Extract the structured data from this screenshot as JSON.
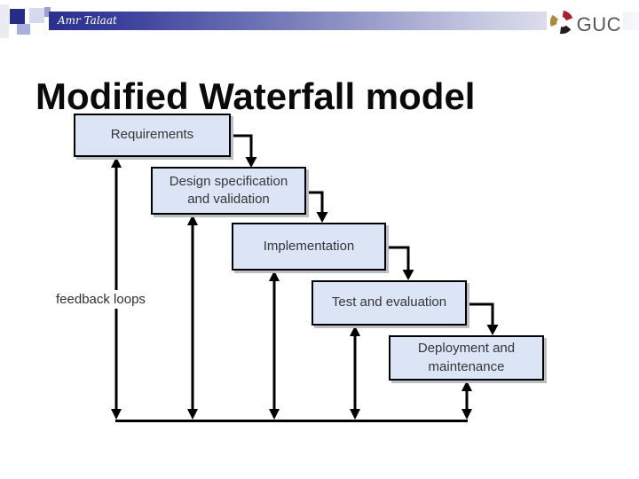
{
  "slide": {
    "author": "Amr Talaat",
    "title": "Modified Waterfall model"
  },
  "logo": {
    "text": "GUC"
  },
  "diagram": {
    "type": "flowchart-waterfall",
    "boxes": [
      {
        "id": "requirements",
        "label": "Requirements"
      },
      {
        "id": "design",
        "label": "Design specification and validation"
      },
      {
        "id": "implementation",
        "label": "Implementation"
      },
      {
        "id": "test",
        "label": "Test and evaluation"
      },
      {
        "id": "deployment",
        "label": "Deployment and maintenance"
      }
    ],
    "feedback_label": "feedback loops"
  },
  "colors": {
    "box_fill": "#dbe5f6",
    "box_border": "#000000",
    "box_shadow": "#bdbdc4",
    "arrow": "#000000",
    "header_navy": "#2b308c",
    "logo_red": "#a81e2c",
    "logo_dark": "#221d1e",
    "logo_gold": "#a98a3f",
    "logo_text_gray": "#55565a"
  }
}
